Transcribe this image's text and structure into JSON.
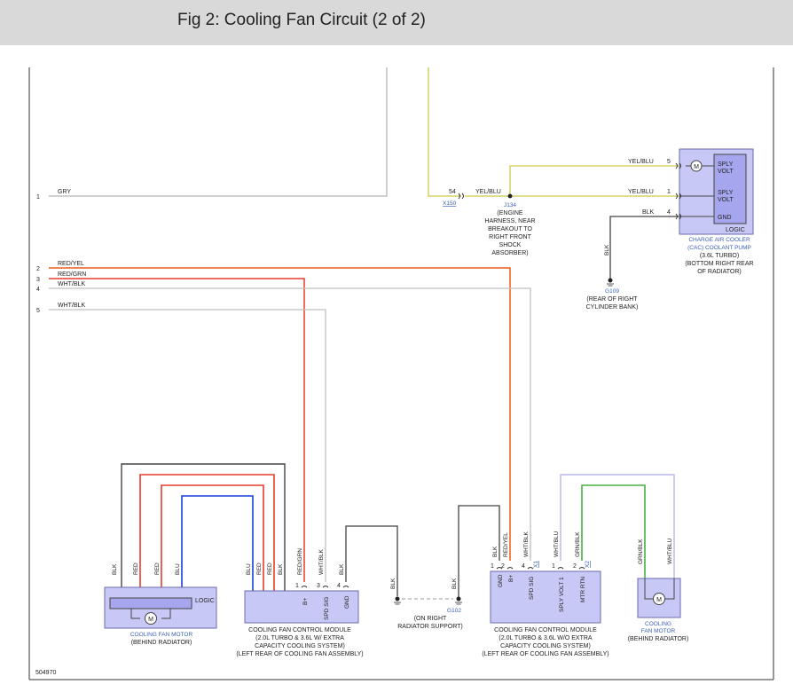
{
  "title": "Fig 2: Cooling Fan Circuit (2 of 2)",
  "diagram_id": "504970",
  "left_pins": [
    {
      "num": "1",
      "wire": "GRY"
    },
    {
      "num": "2",
      "wire": "RED/YEL"
    },
    {
      "num": "3",
      "wire": "RED/GRN"
    },
    {
      "num": "4",
      "wire": "WHT/BLK"
    },
    {
      "num": "5",
      "wire": "WHT/BLK"
    }
  ],
  "colors": {
    "gry": "#b5b5b5",
    "yel_blu": "#c9c94a",
    "red": "#e53b2a",
    "red_yel": "#f05a1a",
    "blk": "#444444",
    "blu": "#1a3fd8",
    "grn": "#4ab040",
    "wht": "#c4c4e6",
    "module_fill": "#c8c8f6",
    "module_stroke": "#6a6ab0",
    "link": "#3b5fb8"
  },
  "splice": {
    "x150_pin": "54",
    "x150_label": "X150",
    "wire_in": "YEL/BLU",
    "j134_label": "J134",
    "j134_desc": [
      "(ENGINE",
      "HARNESS, NEAR",
      "BREAKOUT TO",
      "RIGHT FRONT",
      "SHOCK",
      "ABSORBER)"
    ]
  },
  "cac_pump": {
    "pins": [
      {
        "num": "5",
        "wire": "YEL/BLU",
        "label": [
          "SPLY",
          "VOLT"
        ]
      },
      {
        "num": "1",
        "wire": "YEL/BLU",
        "label": [
          "SPLY",
          "VOLT"
        ]
      },
      {
        "num": "4",
        "wire": "BLK",
        "label": [
          "GND"
        ]
      }
    ],
    "logic": "LOGIC",
    "name": [
      "CHARGE AIR COOLER",
      "(CAC) COOLANT PUMP"
    ],
    "desc": [
      "(3.6L TURBO)",
      "(BOTTOM RIGHT REAR",
      "OF RADIATOR)"
    ]
  },
  "g109": {
    "wire": "BLK",
    "label": "G109",
    "desc": [
      "(REAR OF RIGHT",
      "CYLINDER BANK)"
    ]
  },
  "g102": {
    "wire_left": "BLK",
    "wire_right": "BLK",
    "label": "G102",
    "desc": [
      "(ON RIGHT",
      "RADIATOR SUPPORT)"
    ]
  },
  "fan_motor_left": {
    "wires": [
      "BLK",
      "RED",
      "RED",
      "BLU"
    ],
    "logic": "LOGIC",
    "name": "COOLING FAN MOTOR",
    "desc": "(BEHIND RADIATOR)"
  },
  "module_left": {
    "left_wires": [
      "BLU",
      "RED",
      "RED",
      "BLK"
    ],
    "pins": [
      {
        "num": "1",
        "wire": "RED/GRN",
        "label": "B+"
      },
      {
        "num": "3",
        "wire": "WHT/BLK",
        "label": "SPD SIG"
      },
      {
        "num": "4",
        "wire": "BLK",
        "label": "GND"
      }
    ],
    "name": "COOLING FAN CONTROL MODULE",
    "desc": [
      "(2.0L TURBO & 3.6L W/ EXTRA",
      "CAPACITY COOLING SYSTEM)",
      "(LEFT REAR OF COOLING FAN ASSEMBLY)"
    ]
  },
  "module_right": {
    "pins": [
      {
        "num": "1",
        "wire": "BLK",
        "label": "GND"
      },
      {
        "num": "2",
        "wire": "RED/YEL",
        "label": "B+"
      },
      {
        "num": "4",
        "wire": "WHT/BLK",
        "label": "SPD SIG"
      },
      {
        "num": "1",
        "wire": "WHT/BLU",
        "label": "SPLY VOLT 1"
      },
      {
        "num": "2",
        "wire": "GRN/BLK",
        "label": "MTR RTN"
      }
    ],
    "x_left": "X1",
    "x_right": "X2",
    "name": "COOLING FAN CONTROL MODULE",
    "desc": [
      "(2.0L TURBO & 3.6L W/O EXTRA",
      "CAPACITY COOLING SYSTEM)",
      "(LEFT REAR OF COOLING FAN ASSEMBLY)"
    ]
  },
  "fan_motor_right": {
    "wires": [
      "GRN/BLK",
      "WHT/BLU"
    ],
    "name": [
      "COOLING",
      "FAN MOTOR"
    ],
    "desc": "(BEHIND RADIATOR)"
  }
}
